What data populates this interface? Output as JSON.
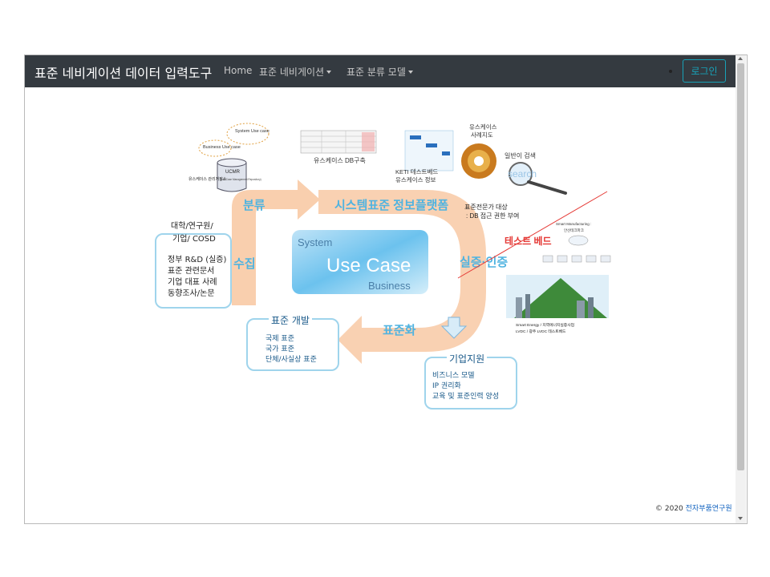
{
  "navbar": {
    "brand": "표준 네비게이션 데이터 입력도구",
    "links": [
      "Home",
      "표준 네비게이션",
      "표준 분류 모델"
    ],
    "login_label": "로그인"
  },
  "diagram": {
    "left_box": {
      "title_lines": [
        "대학/연구원/",
        "기업/ COSD"
      ],
      "items": [
        "정부 R&D (실증)",
        "표준 관련문서",
        "기업 대표 사례",
        "동향조사/논문"
      ]
    },
    "arrows": {
      "collect": "수집",
      "classify": "분류",
      "platform": "시스템표준 정보플랫폼",
      "verify": "실증·인증",
      "standardize": "표준화"
    },
    "center": {
      "system": "System",
      "use_case": "Use Case",
      "business": "Business"
    },
    "top_left_figure": {
      "system_use_case": "System Use case",
      "business_use_case": "Business Use case",
      "db_label": "UCMR",
      "db_sub": "(Use Case Management Repository)",
      "caption": "유스케이스 관리저장소"
    },
    "db_caption": "유스케이스 DB구축",
    "testbed_info": [
      "KETI 테스트베드",
      "유스케이스 정보"
    ],
    "map_title": [
      "유스케이스",
      "사례지도"
    ],
    "search_title": "일반이 검색",
    "search_word": "search",
    "expert": [
      "표준전문가 대상",
      ": DB 접근 권한 부여"
    ],
    "testbed": {
      "title": "테스트 베드",
      "manufacturing": [
        "Smart Manufacturing :",
        "안산테크파크"
      ],
      "energy": [
        "Smart Energy / 지역에너지실증사업",
        "LVDC / 광주 LVDC 테스트베드"
      ]
    },
    "standard_dev": {
      "title": "표준 개발",
      "items": [
        "국제 표준",
        "국가 표준",
        "단체/사실상 표준"
      ]
    },
    "support": {
      "title": "기업지원",
      "items": [
        "비즈니스 모델",
        "IP 권리화",
        "교육 및 표준인력 양성"
      ]
    }
  },
  "footer": {
    "copyright": "© 2020",
    "org": "전자부품연구원"
  },
  "colors": {
    "navbar": "#343a40",
    "accent": "#17a2b8",
    "flow_arrow": "#f7c9a6",
    "arrow_text": "#4fb3e0",
    "box_border": "#9fd4ec",
    "red": "#e53935"
  }
}
